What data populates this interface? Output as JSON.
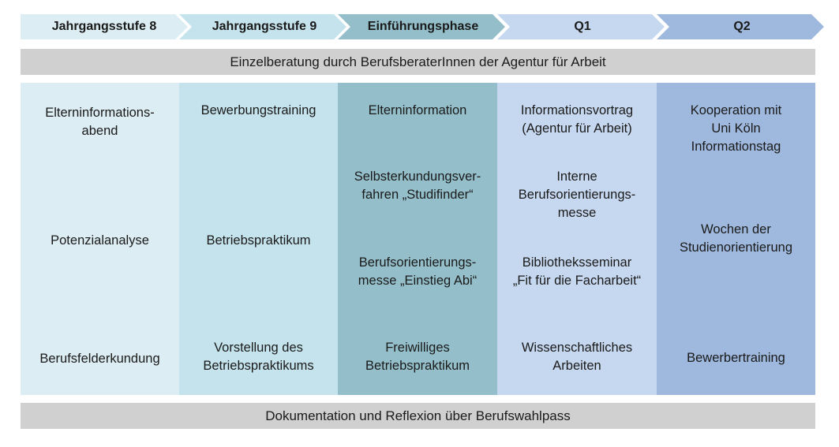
{
  "phases": [
    {
      "label": "Jahrgangsstufe 8",
      "color": "#dcedf3"
    },
    {
      "label": "Jahrgangsstufe 9",
      "color": "#c5e3ec"
    },
    {
      "label": "Einführungsphase",
      "color": "#94bfca"
    },
    {
      "label": "Q1",
      "color": "#c6d8ef"
    },
    {
      "label": "Q2",
      "color": "#9fb8dd"
    }
  ],
  "top_bar": "Einzelberatung durch BerufsberaterInnen  der Agentur für Arbeit",
  "bottom_bar": "Dokumentation und Reflexion über Berufswahlpass",
  "columns": [
    {
      "items": [
        "Elterninformations-\nabend",
        "Potenzialanalyse",
        "Berufsfelderkundung"
      ]
    },
    {
      "items": [
        "Bewerbungstraining",
        "Betriebspraktikum",
        "Vorstellung des\nBetriebspraktikums"
      ]
    },
    {
      "items": [
        "Elterninformation",
        "Selbsterkundungsver-\nfahren „Studifinder“",
        "Berufsorientierungs-\nmesse „Einstieg Abi“",
        "Freiwilliges\nBetriebspraktikum"
      ]
    },
    {
      "items": [
        "Informationsvortrag\n(Agentur für Arbeit)",
        "Interne\nBerufsorientierungs-\nmesse",
        "Bibliotheksseminar\n„Fit für die Facharbeit“",
        "Wissenschaftliches\nArbeiten"
      ]
    },
    {
      "items": [
        "Kooperation mit\nUni Köln\nInformationstag",
        "Wochen der\nStudienorientierung",
        "Bewerbertraining"
      ]
    }
  ]
}
